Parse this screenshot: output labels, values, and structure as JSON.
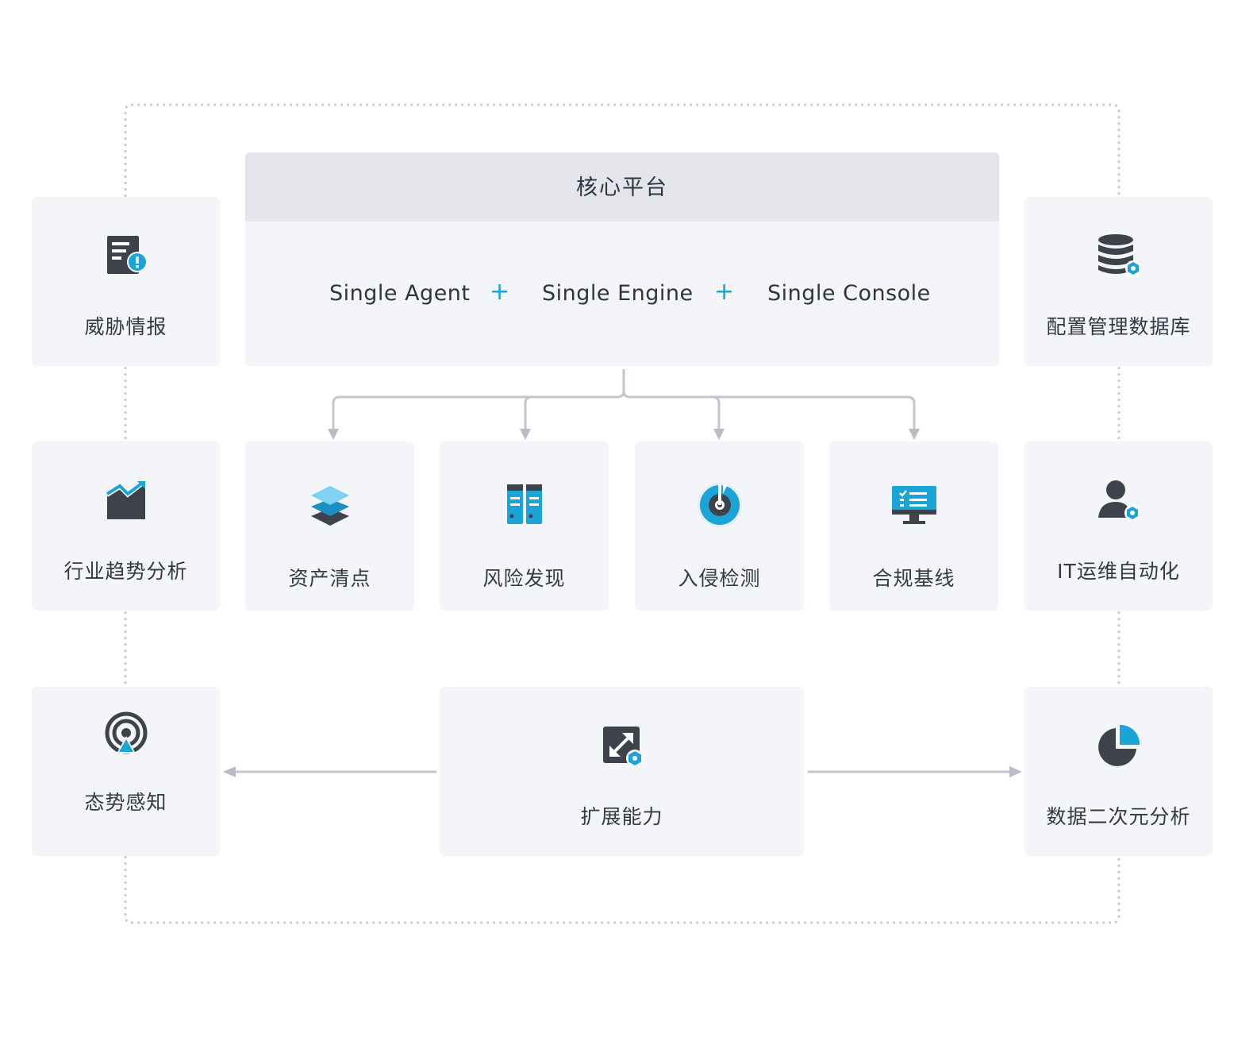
{
  "core": {
    "title": "核心平台",
    "items": [
      "Single Agent",
      "Single Engine",
      "Single Console"
    ],
    "plus": "+"
  },
  "left": [
    {
      "label": "威胁情报",
      "icon": "threat-report-icon"
    },
    {
      "label": "行业趋势分析",
      "icon": "trend-chart-icon"
    },
    {
      "label": "态势感知",
      "icon": "radar-signal-icon"
    }
  ],
  "right": [
    {
      "label": "配置管理数据库",
      "icon": "database-icon"
    },
    {
      "label": "IT运维自动化",
      "icon": "user-gear-icon"
    },
    {
      "label": "数据二次元分析",
      "icon": "pie-chart-icon"
    }
  ],
  "modules": [
    {
      "label": "资产清点",
      "icon": "layers-icon"
    },
    {
      "label": "风险发现",
      "icon": "server-icon"
    },
    {
      "label": "入侵检测",
      "icon": "target-icon"
    },
    {
      "label": "合规基线",
      "icon": "monitor-checklist-icon"
    }
  ],
  "extend": {
    "label": "扩展能力",
    "icon": "expand-arrows-icon"
  },
  "colors": {
    "accent": "#1ba4d6",
    "card": "#f4f5f9",
    "header": "#e3e5ea",
    "line": "#c3c6cf"
  }
}
